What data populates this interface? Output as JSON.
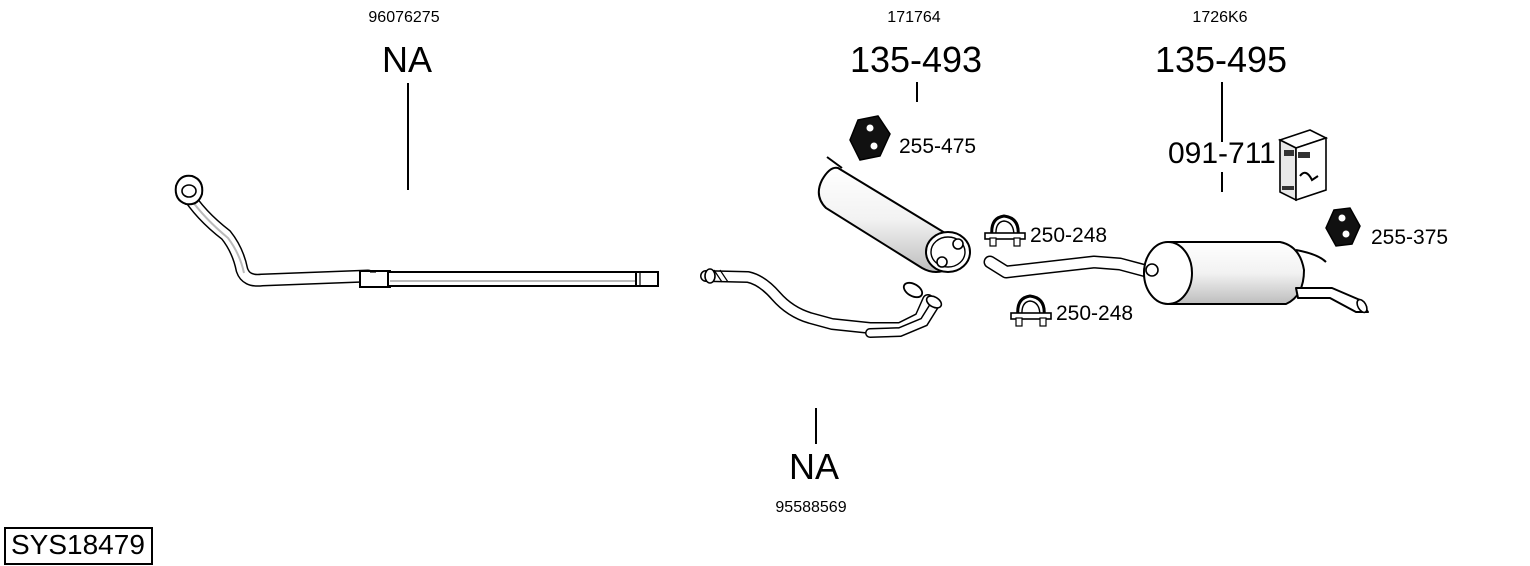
{
  "system_code": "SYS18479",
  "parts": {
    "front_pipe": {
      "oem": "96076275",
      "ref": "NA"
    },
    "middle_pipe": {
      "oem": "95588569",
      "ref": "NA"
    },
    "center_silencer": {
      "oem": "171764",
      "ref": "135-493"
    },
    "rear_silencer": {
      "oem": "1726K6",
      "ref": "135-495"
    },
    "mounting_kit": {
      "ref": "091-711"
    },
    "rubber_mount_center": {
      "ref": "255-475"
    },
    "rubber_mount_rear": {
      "ref": "255-375"
    },
    "clamp_upper": {
      "ref": "250-248"
    },
    "clamp_lower": {
      "ref": "250-248"
    }
  },
  "colors": {
    "line": "#000000",
    "fill": "#ffffff",
    "shade": "#d9d9d9",
    "mount_fill": "#111111"
  }
}
